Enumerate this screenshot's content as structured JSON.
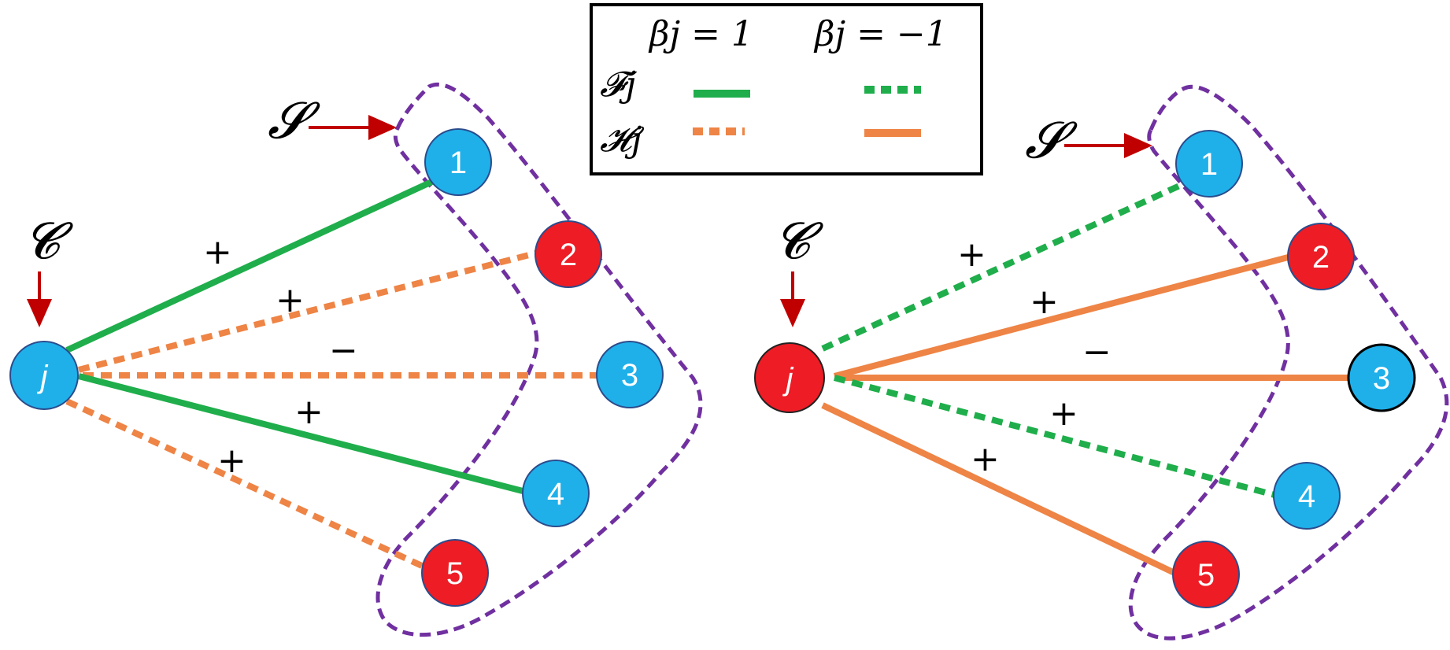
{
  "colors": {
    "green": "#1fae4b",
    "orange": "#ee8445",
    "blue_node": "#1fb0ea",
    "red_node": "#ee1c25",
    "purple_boundary": "#7030a0",
    "arrow": "#c00000"
  },
  "legend": {
    "col1_header": "βj = 1",
    "col2_header": "βj = −1",
    "row1_label": "𝓕j",
    "row2_label": "𝓗j"
  },
  "labels": {
    "set_symbol": "𝓢",
    "node_symbol": "𝓒",
    "j": "j"
  },
  "left_graph": {
    "center_node": {
      "label": "j",
      "color": "blue"
    },
    "nodes": [
      {
        "label": "1",
        "color": "blue"
      },
      {
        "label": "2",
        "color": "red"
      },
      {
        "label": "3",
        "color": "blue"
      },
      {
        "label": "4",
        "color": "blue"
      },
      {
        "label": "5",
        "color": "red"
      }
    ],
    "edges": [
      {
        "to": "1",
        "style": "solid",
        "color": "green",
        "sign": "+"
      },
      {
        "to": "2",
        "style": "dashed",
        "color": "orange",
        "sign": "+"
      },
      {
        "to": "3",
        "style": "dashed",
        "color": "orange",
        "sign": "−"
      },
      {
        "to": "4",
        "style": "solid",
        "color": "green",
        "sign": "+"
      },
      {
        "to": "5",
        "style": "dashed",
        "color": "orange",
        "sign": "+"
      }
    ]
  },
  "right_graph": {
    "center_node": {
      "label": "j",
      "color": "red"
    },
    "nodes": [
      {
        "label": "1",
        "color": "blue"
      },
      {
        "label": "2",
        "color": "red"
      },
      {
        "label": "3",
        "color": "blue"
      },
      {
        "label": "4",
        "color": "blue"
      },
      {
        "label": "5",
        "color": "red"
      }
    ],
    "edges": [
      {
        "to": "1",
        "style": "dashed",
        "color": "green",
        "sign": "+"
      },
      {
        "to": "2",
        "style": "solid",
        "color": "orange",
        "sign": "+"
      },
      {
        "to": "3",
        "style": "solid",
        "color": "orange",
        "sign": "−"
      },
      {
        "to": "4",
        "style": "dashed",
        "color": "green",
        "sign": "+"
      },
      {
        "to": "5",
        "style": "solid",
        "color": "orange",
        "sign": "+"
      }
    ]
  }
}
